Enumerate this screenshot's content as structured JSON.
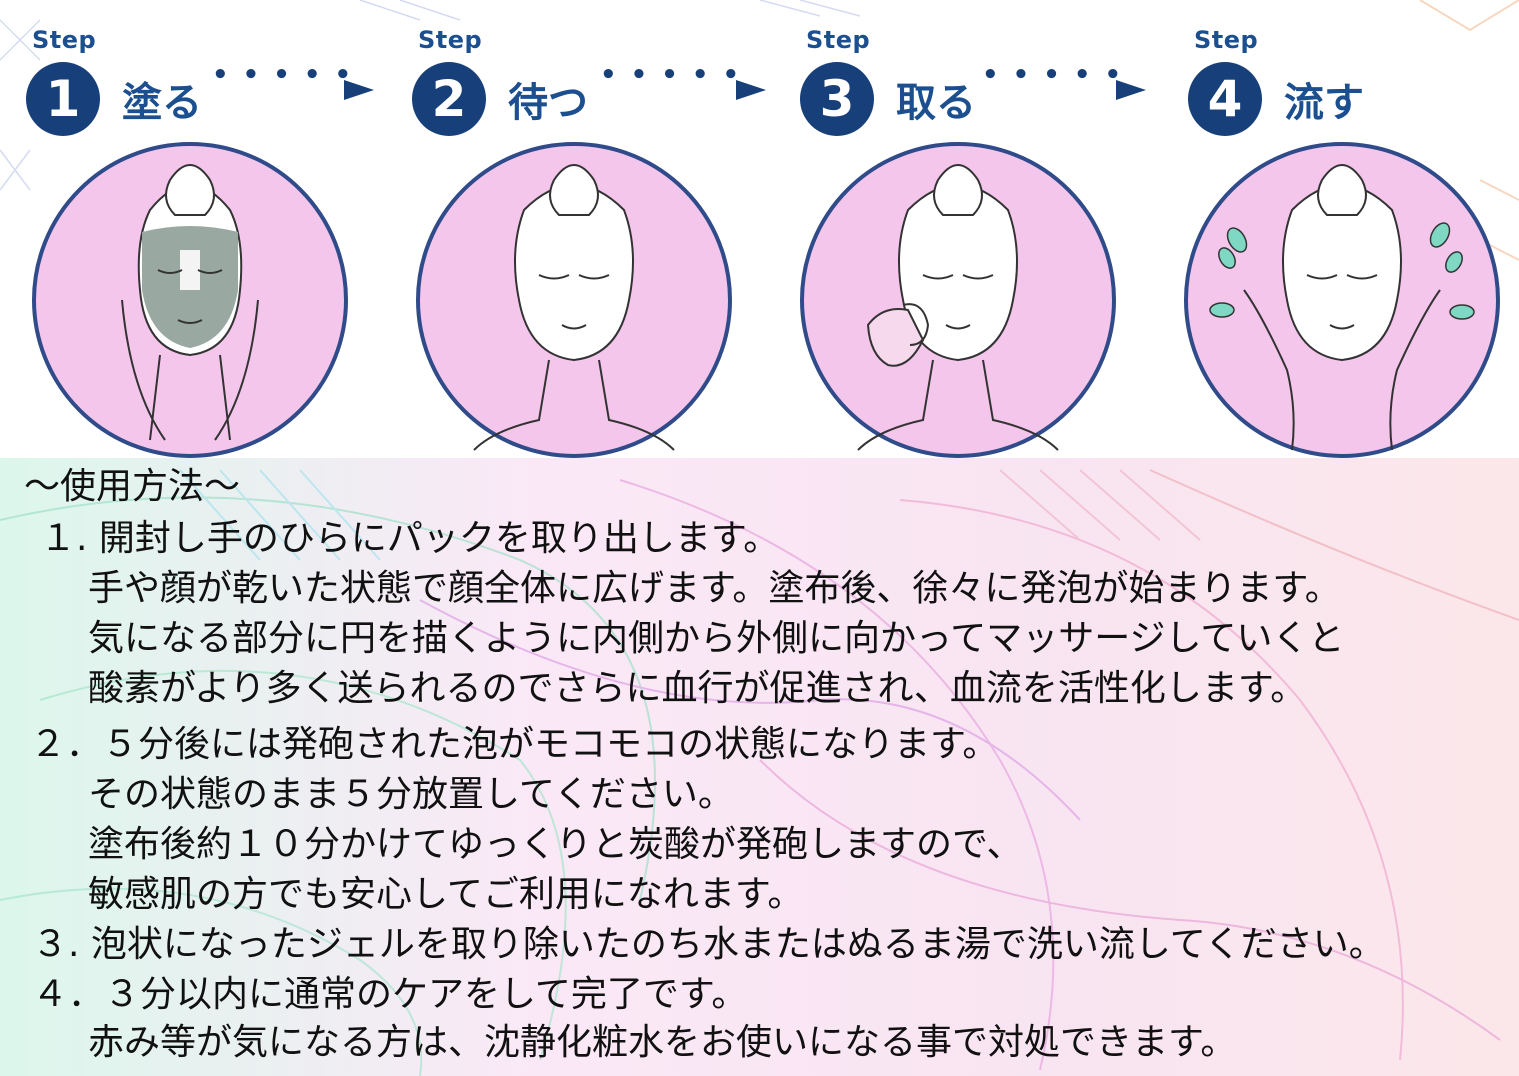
{
  "steps": [
    {
      "label": "Step",
      "number": "1",
      "word": "塗る"
    },
    {
      "label": "Step",
      "number": "2",
      "word": "待つ"
    },
    {
      "label": "Step",
      "number": "3",
      "word": "取る"
    },
    {
      "label": "Step",
      "number": "4",
      "word": "流す"
    }
  ],
  "heading": "～使用方法～",
  "lines": [
    "１. 開封し手のひらにパックを取り出します。",
    "手や顔が乾いた状態で顔全体に広げます。塗布後、徐々に発泡が始まります。",
    "気になる部分に円を描くように内側から外側に向かってマッサージしていくと",
    "酸素がより多く送られるのでさらに血行が促進され、血流を活性化します。",
    "２．５分後には発砲された泡がモコモコの状態になります。",
    "その状態のまま５分放置してください。",
    "塗布後約１０分かけてゆっくりと炭酸が発砲しますので、",
    "敏感肌の方でも安心してご利用になれます。",
    "３. 泡状になったジェルを取り除いたのち水またはぬるま湯で洗い流してください。",
    "４．３分以内に通常のケアをして完了です。",
    "赤み等が気になる方は、沈静化粧水をお使いになる事で対処できます。"
  ],
  "colors": {
    "navy": "#17407a",
    "face_bg": "#f4c6ec",
    "mask_gray": "#9aa8a2",
    "drop": "#7fd8c4"
  }
}
